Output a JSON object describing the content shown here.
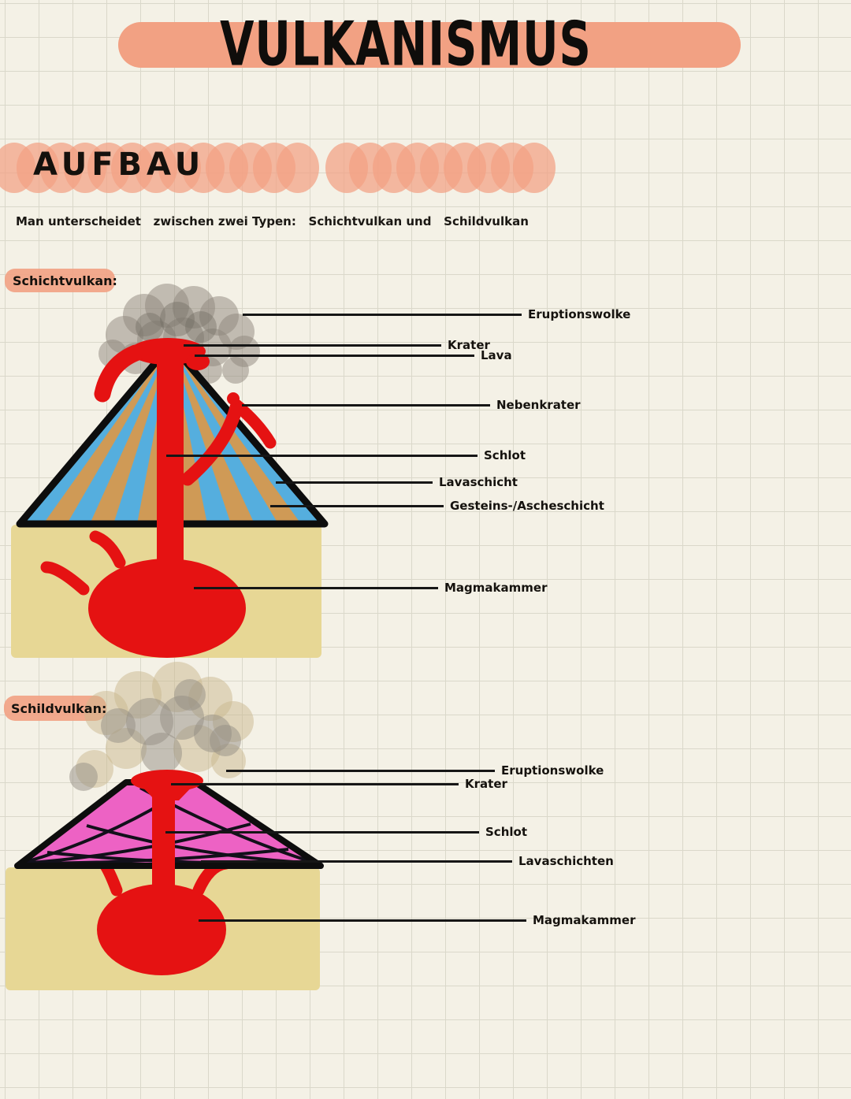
{
  "title": "VULKANISMUS",
  "section": {
    "heading": "AUFBAU"
  },
  "intro": "Man unterscheidet   zwischen zwei Typen:   Schichtvulkan und   Schildvulkan",
  "stratovolcano": {
    "heading": "Schichtvulkan:",
    "labels": {
      "eruption_cloud": "Eruptionswolke",
      "crater": "Krater",
      "lava": "Lava",
      "side_crater": "Nebenkrater",
      "vent": "Schlot",
      "lava_layer": "Lavaschicht",
      "rock_ash_layer": "Gesteins-/Ascheschicht",
      "magma_chamber": "Magmakammer"
    }
  },
  "shieldvolcano": {
    "heading": "Schildvulkan:",
    "labels": {
      "eruption_cloud": "Eruptionswolke",
      "crater": "Krater",
      "vent": "Schlot",
      "lava_layers": "Lavaschichten",
      "magma_chamber": "Magmakammer"
    }
  },
  "colors": {
    "background": "#f4f1e6",
    "grid_line": "#dad8ca",
    "highlight_salmon": "#f2a183",
    "lava_red": "#e51212",
    "layer_blue": "#55aede",
    "layer_tan": "#cf9a56",
    "ground_khaki": "#e7d795",
    "shield_pink": "#ed62c4",
    "outline_black": "#0d0d0d",
    "smoke_gray": "#8d867b",
    "smoke_tan": "#c9b88e"
  }
}
